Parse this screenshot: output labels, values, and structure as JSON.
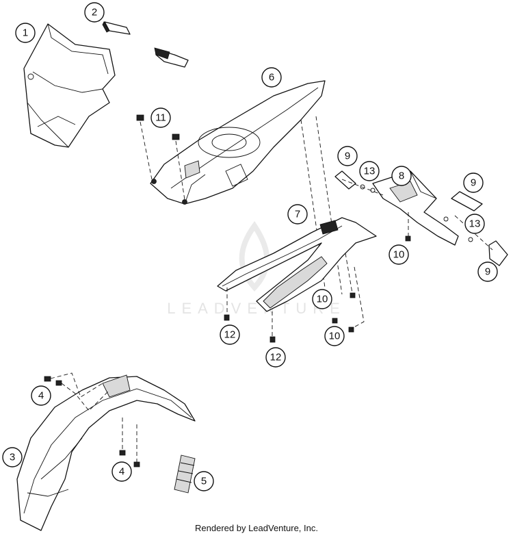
{
  "footer": {
    "credit": "Rendered by LeadVenture, Inc."
  },
  "watermark": {
    "text": "LEADVENTURE"
  },
  "callouts": [
    "1",
    "2",
    "3",
    "4",
    "4",
    "5",
    "6",
    "7",
    "8",
    "9",
    "9",
    "9",
    "10",
    "10",
    "10",
    "11",
    "12",
    "12",
    "13",
    "13"
  ]
}
